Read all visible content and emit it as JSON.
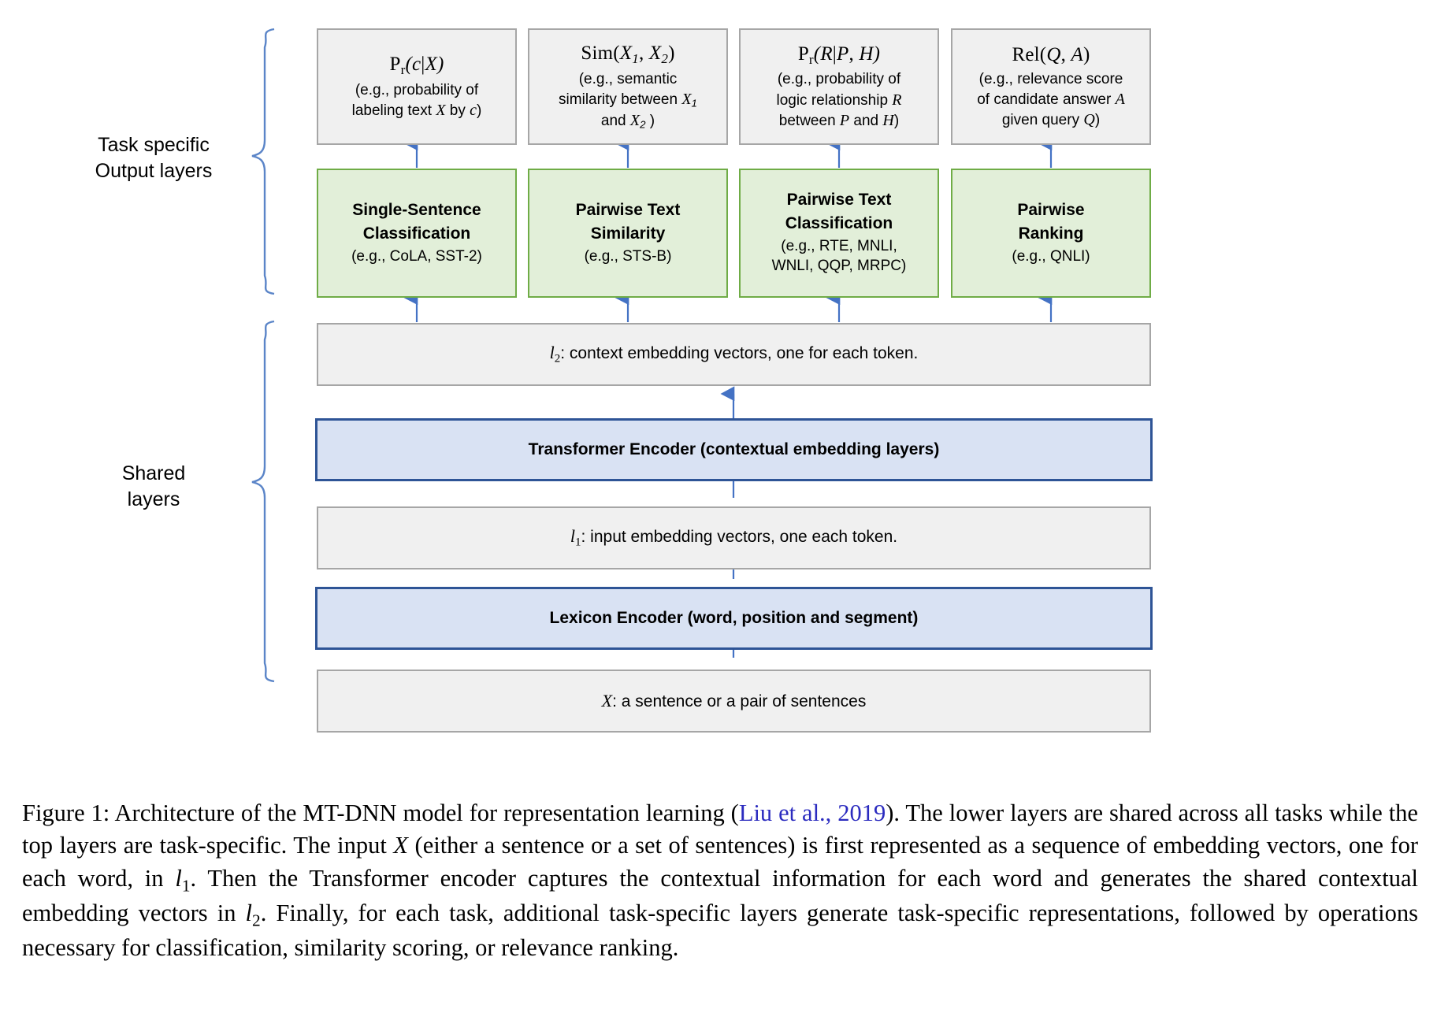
{
  "figure": {
    "side_labels": {
      "task_specific": "Task specific\nOutput layers",
      "shared": "Shared\nlayers"
    },
    "output_boxes": [
      {
        "formula_main": "P",
        "formula_sub": "r",
        "formula_args": "(c|X)",
        "formula_plain": "Pr(c|X)",
        "desc_line1": "(e.g., probability of",
        "desc_line2": "labeling text X by c)"
      },
      {
        "formula_main": "Sim",
        "formula_sub": "",
        "formula_args": "(X1, X2)",
        "formula_plain": "Sim(X1, X2)",
        "desc_line1": "(e.g., semantic",
        "desc_line2": "similarity between X1",
        "desc_line3": "and X2 )"
      },
      {
        "formula_main": "P",
        "formula_sub": "r",
        "formula_args": "(R|P, H)",
        "formula_plain": "Pr(R|P,H)",
        "desc_line1": "(e.g., probability of",
        "desc_line2": "logic relationship R",
        "desc_line3": "between P and H)"
      },
      {
        "formula_main": "Rel",
        "formula_sub": "",
        "formula_args": "(Q, A)",
        "formula_plain": "Rel(Q, A)",
        "desc_line1": "(e.g., relevance score",
        "desc_line2": "of candidate answer A",
        "desc_line3": "given query Q)"
      }
    ],
    "task_boxes": [
      {
        "title_line1": "Single-Sentence",
        "title_line2": "Classification",
        "sub_line1": "(e.g., CoLA, SST-2)",
        "sub_line2": ""
      },
      {
        "title_line1": "Pairwise Text",
        "title_line2": "Similarity",
        "sub_line1": "(e.g., STS-B)",
        "sub_line2": ""
      },
      {
        "title_line1": "Pairwise Text",
        "title_line2": "Classification",
        "sub_line1": "(e.g., RTE, MNLI,",
        "sub_line2": "WNLI, QQP, MRPC)"
      },
      {
        "title_line1": "Pairwise",
        "title_line2": "Ranking",
        "sub_line1": "(e.g., QNLI)",
        "sub_line2": ""
      }
    ],
    "shared_layers": {
      "l2_prefix": "l",
      "l2_sub": "2",
      "l2_text": ": context embedding vectors, one for each token.",
      "transformer_encoder": "Transformer Encoder (contextual embedding layers)",
      "l1_prefix": "l",
      "l1_sub": "1",
      "l1_text": ": input embedding vectors, one each token.",
      "lexicon_encoder": "Lexicon Encoder (word, position and segment)"
    },
    "input_box": {
      "symbol": "X",
      "text": ": a sentence or a pair of sentences"
    },
    "colors": {
      "grey_fill": "#F0F0F0",
      "grey_border": "#A6A6A6",
      "green_fill": "#E2EFD9",
      "green_border": "#6FAC46",
      "blue_fill": "#D9E2F3",
      "blue_border": "#2E5496",
      "arrow": "#4472C4",
      "bracket": "#5B85C8"
    }
  },
  "caption": {
    "label": "Figure 1:",
    "part1": " Architecture of the MT-DNN model for representation learning (",
    "citation": "Liu et al., 2019",
    "part2": ").  The lower layers are shared across all tasks while the top layers are task-specific.  The input ",
    "symbol_x": "X",
    "part3": " (either a sentence or a set of sentences) is first represented as a sequence of embedding vectors, one for each word, in ",
    "symbol_l1": "l",
    "symbol_l1_sub": "1",
    "part4": ".  Then the Transformer encoder captures the contextual information for each word and generates the shared contextual embedding vectors in ",
    "symbol_l2": "l",
    "symbol_l2_sub": "2",
    "part5": ".  Finally, for each task, additional task-specific layers generate task-specific representations, followed by operations necessary for classification, similarity scoring, or relevance ranking.",
    "full_text": "Figure 1: Architecture of the MT-DNN model for representation learning (Liu et al., 2019). The lower layers are shared across all tasks while the top layers are task-specific. The input X (either a sentence or a set of sentences) is first represented as a sequence of embedding vectors, one for each word, in l1. Then the Transformer encoder captures the contextual information for each word and generates the shared contextual embedding vectors in l2. Finally, for each task, additional task-specific layers generate task-specific representations, followed by operations necessary for classification, similarity scoring, or relevance ranking."
  }
}
